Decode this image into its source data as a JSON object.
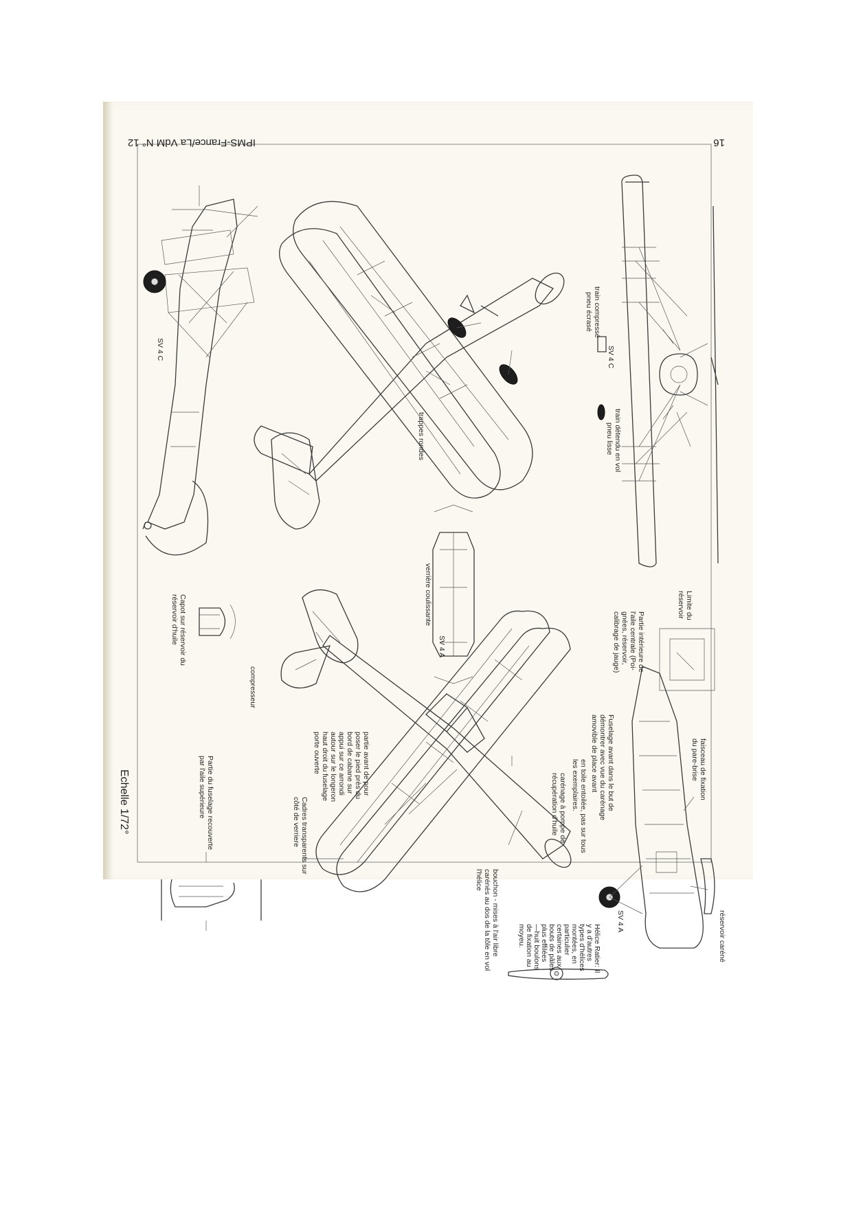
{
  "header": {
    "page_number": "16",
    "publication": "IPMS-France/La VdM N° 12"
  },
  "scale": "Echelle 1/72°",
  "views": {
    "sv4c_side": "SV 4 C",
    "sv4c_front": "SV 4 C",
    "sv4a_plan": "SV 4 A",
    "sv4a_side": "SV 4 A"
  },
  "labels": {
    "train_compresse": [
      "train compressé",
      "pneu écrasé"
    ],
    "train_detendu": [
      "train détendu en vol",
      "pneu lisse"
    ],
    "trappes_rondes": "trappes rondes",
    "verriere": "verrière coulissante",
    "limite_reservoir": [
      "Limite du",
      "réservoir"
    ],
    "partie_inferieure": [
      "Partie intérieure de",
      "l'aile centrale (Poi-",
      "gnées, réservoir,",
      "calibrage de jauge)"
    ],
    "faisceau_fixation": [
      "faisceau de fixation",
      "du pare-brise"
    ],
    "fuselage_avant": [
      "Fuselage avant dans le but de",
      "démontrer avec vue du carénage",
      "amovible de place avant"
    ],
    "toile_entoilee": [
      "en toile entoilée, pas sur tous",
      "les exemplaires."
    ],
    "carenage_pompe": [
      "carénage à pompe de",
      "récupération d'huile"
    ],
    "reservoir_carene": "réservoir caréné",
    "helice": [
      "Hélice Ratier: Il",
      "y a d'autres",
      "types d'hélices",
      "montées, en",
      "particulier",
      "certaines aux",
      "bouts de pâles",
      "plus effilées",
      "—huit boulons",
      "de fixation au",
      "moyeu."
    ],
    "bouchon": [
      "bouchon - mises à l'air libre",
      "carénés au dos de la tôle en vol",
      "l'hélice"
    ],
    "partie_avant_pour": [
      "partie avant de pour",
      "poser le pied près du",
      "bord de cabane sur",
      "appui sur ce arrondi",
      "autour sur le longeron",
      "haut droit du fuselage",
      "porte ouverte"
    ],
    "cadres_transparents": [
      "Cadres transparents sur",
      "côté de verriere"
    ],
    "compresseur": "compresseur",
    "capot_reservoir": [
      "Capot sur réservoir du",
      "réservoir d'huile"
    ],
    "partie_fuselage": [
      "Partie du fuselage recouverte",
      "par l'aile supérieure"
    ]
  }
}
